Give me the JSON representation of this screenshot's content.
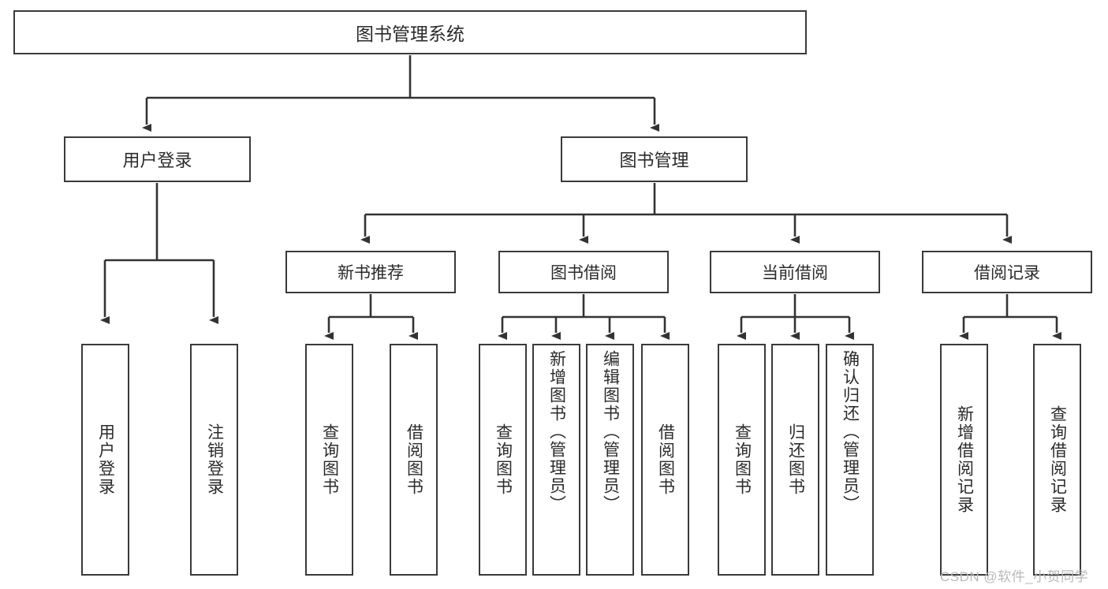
{
  "diagram": {
    "title": "图书管理系统",
    "type": "tree",
    "root": {
      "id": "root",
      "label": "图书管理系统"
    },
    "level1": [
      {
        "id": "user-login",
        "label": "用户登录"
      },
      {
        "id": "book-management",
        "label": "图书管理"
      }
    ],
    "level2": [
      {
        "id": "new-book-recommend",
        "label": "新书推荐",
        "parent": "book-management"
      },
      {
        "id": "book-borrow",
        "label": "图书借阅",
        "parent": "book-management"
      },
      {
        "id": "current-borrow",
        "label": "当前借阅",
        "parent": "book-management"
      },
      {
        "id": "borrow-record",
        "label": "借阅记录",
        "parent": "book-management"
      }
    ],
    "leaves": [
      {
        "id": "leaf-user-login",
        "label": "用户登录",
        "parent": "user-login"
      },
      {
        "id": "leaf-user-logout",
        "label": "注销登录",
        "parent": "user-login"
      },
      {
        "id": "leaf-query-book-1",
        "label": "查询图书",
        "parent": "new-book-recommend"
      },
      {
        "id": "leaf-borrow-book-1",
        "label": "借阅图书",
        "parent": "new-book-recommend"
      },
      {
        "id": "leaf-query-book-2",
        "label": "查询图书",
        "parent": "book-borrow"
      },
      {
        "id": "leaf-add-book",
        "label": "新增图书（管理员）",
        "parent": "book-borrow"
      },
      {
        "id": "leaf-edit-book",
        "label": "编辑图书（管理员）",
        "parent": "book-borrow"
      },
      {
        "id": "leaf-borrow-book-2",
        "label": "借阅图书",
        "parent": "book-borrow"
      },
      {
        "id": "leaf-query-book-3",
        "label": "查询图书",
        "parent": "current-borrow"
      },
      {
        "id": "leaf-return-book",
        "label": "归还图书",
        "parent": "current-borrow"
      },
      {
        "id": "leaf-confirm-return",
        "label": "确认归还（管理员）",
        "parent": "current-borrow"
      },
      {
        "id": "leaf-add-record",
        "label": "新增借阅记录",
        "parent": "borrow-record"
      },
      {
        "id": "leaf-query-record",
        "label": "查询借阅记录",
        "parent": "borrow-record"
      }
    ],
    "colors": {
      "border": "#3a3a3a",
      "background": "#ffffff",
      "text": "#2b2b2b",
      "connector": "#333333",
      "watermark": "#b9b9b9"
    }
  },
  "watermark": {
    "text": "CSDN @软件_小贺同学"
  }
}
